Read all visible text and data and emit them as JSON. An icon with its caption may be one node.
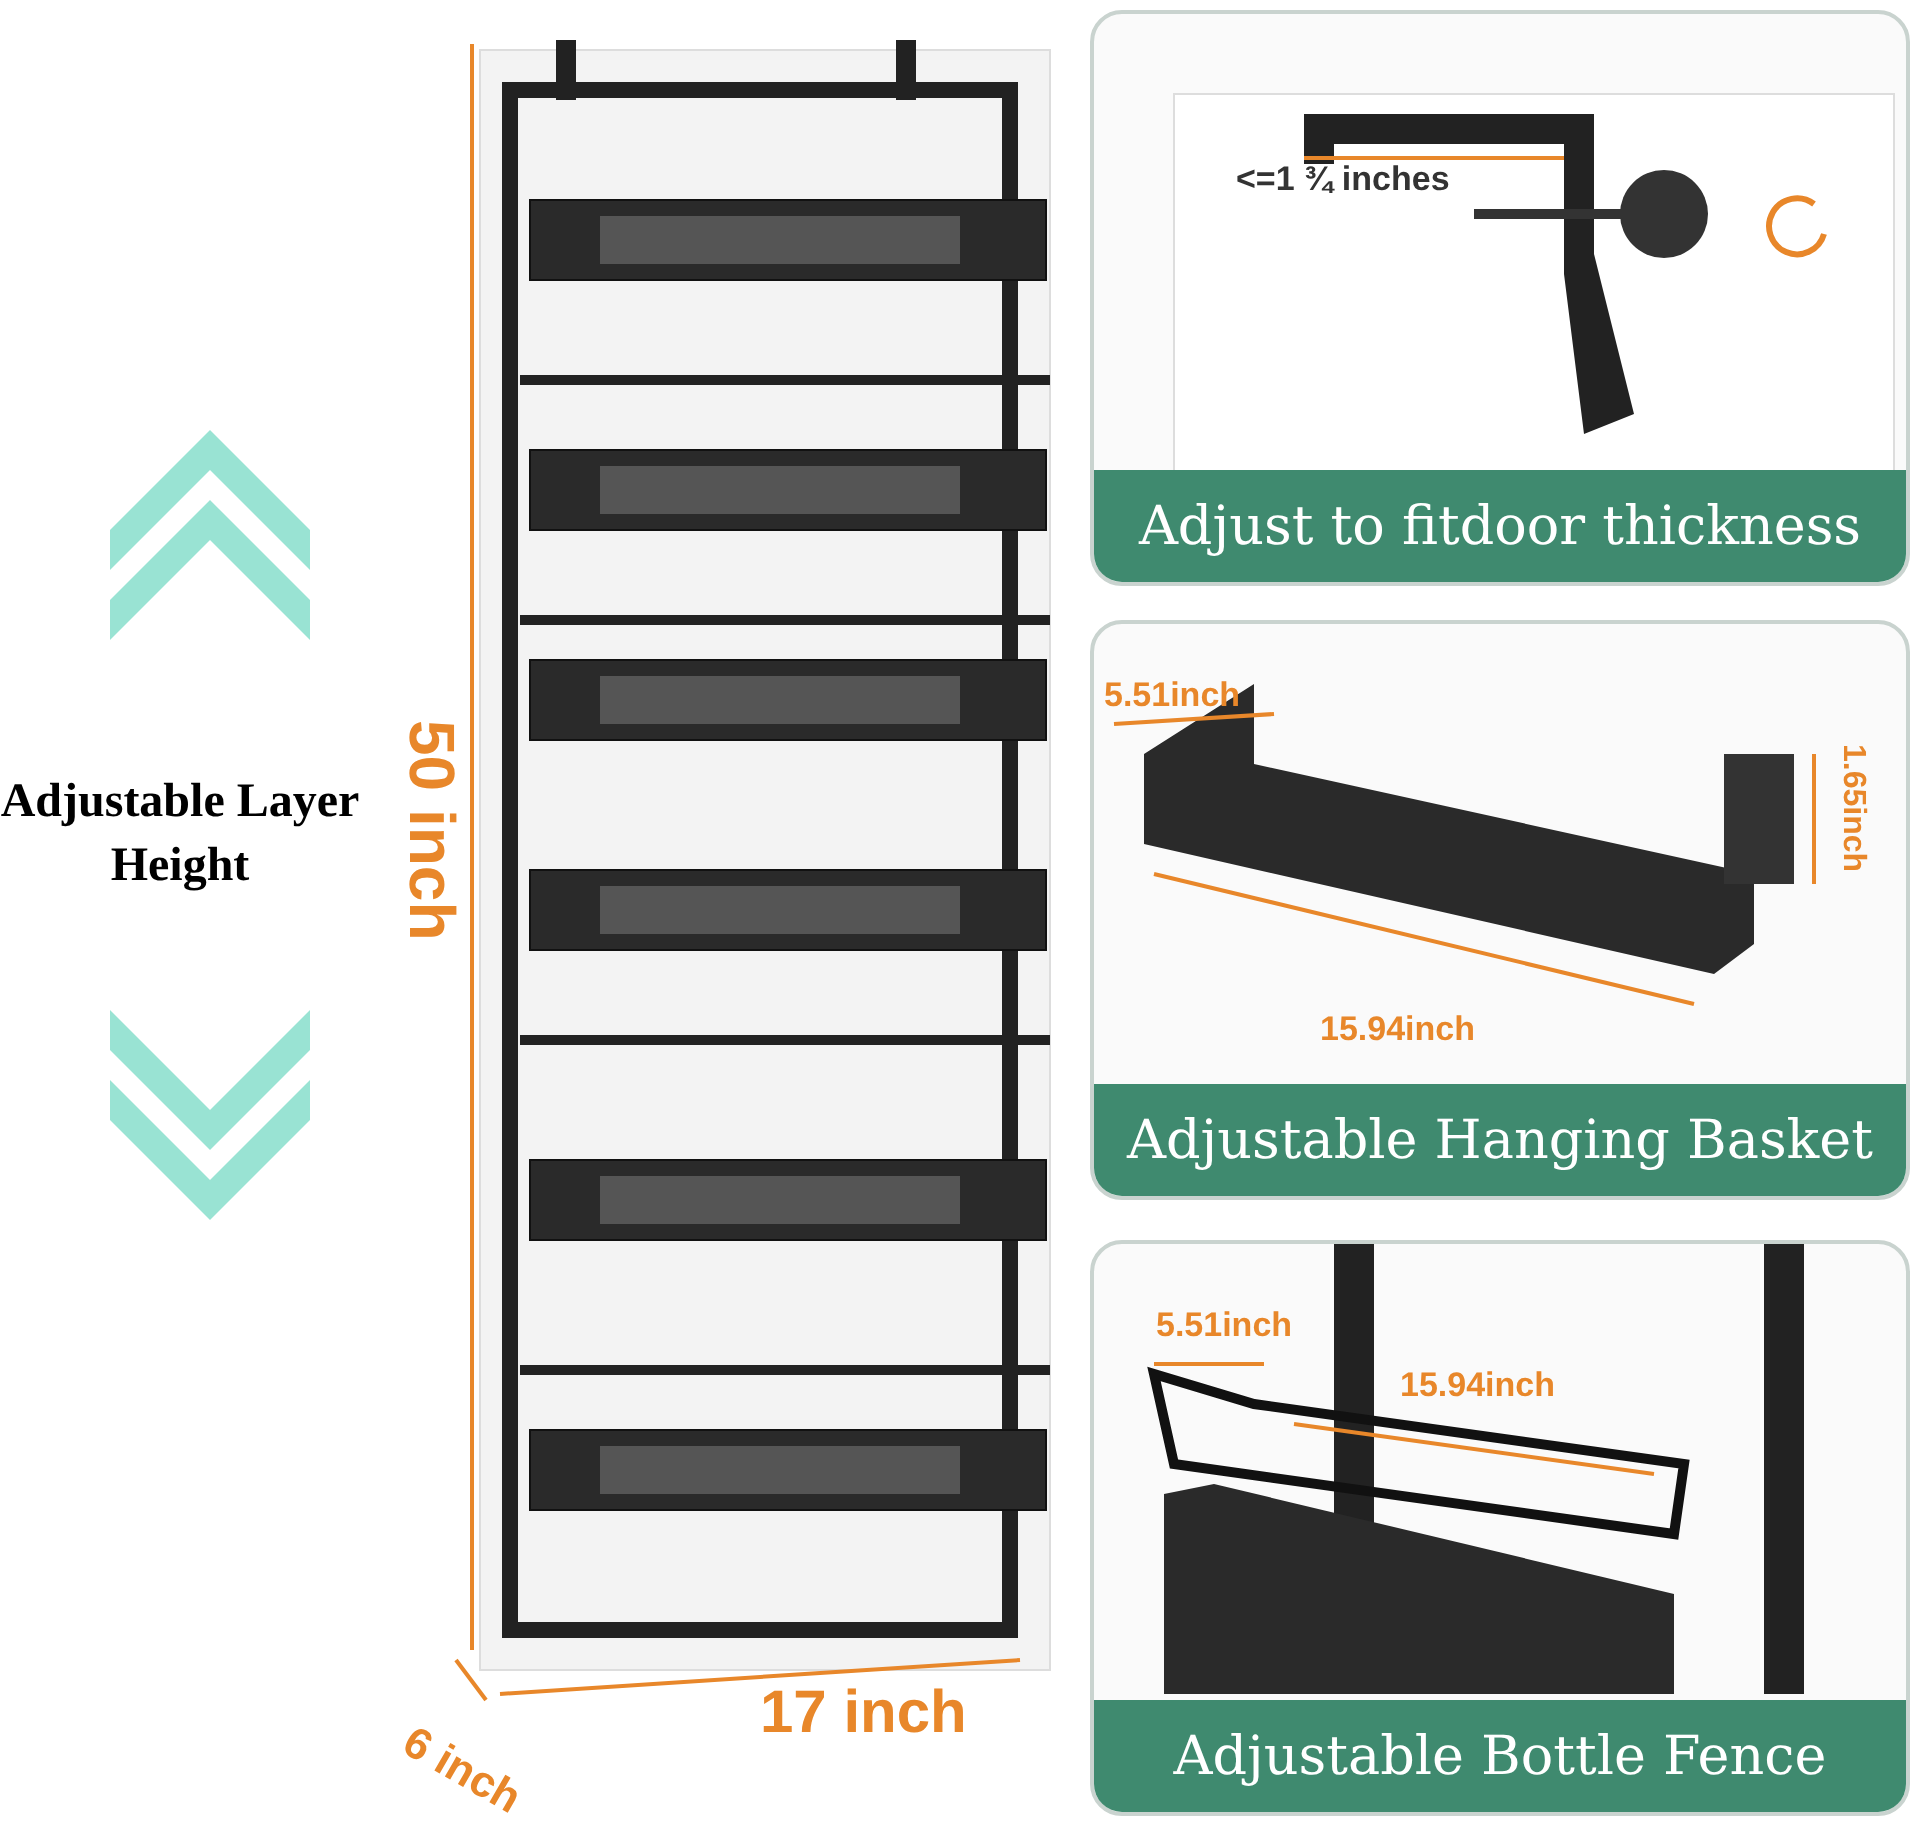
{
  "diagram": {
    "nodes": [
      {
        "text": [
          "Adjust to fitdoor thickness"
        ]
      },
      {
        "text": [
          "Adjustable Hanging Basket"
        ]
      },
      {
        "text": [
          "Adjustable Bottle Fence"
        ]
      }
    ],
    "labels": [
      "Adjustable Layer Height",
      "50 inch",
      "6 inch",
      "17 inch",
      "<=1 ¾ inches",
      "5.51inch",
      "1.65inch",
      "15.94inch",
      "5.51inch",
      "15.94inch"
    ]
  }
}
